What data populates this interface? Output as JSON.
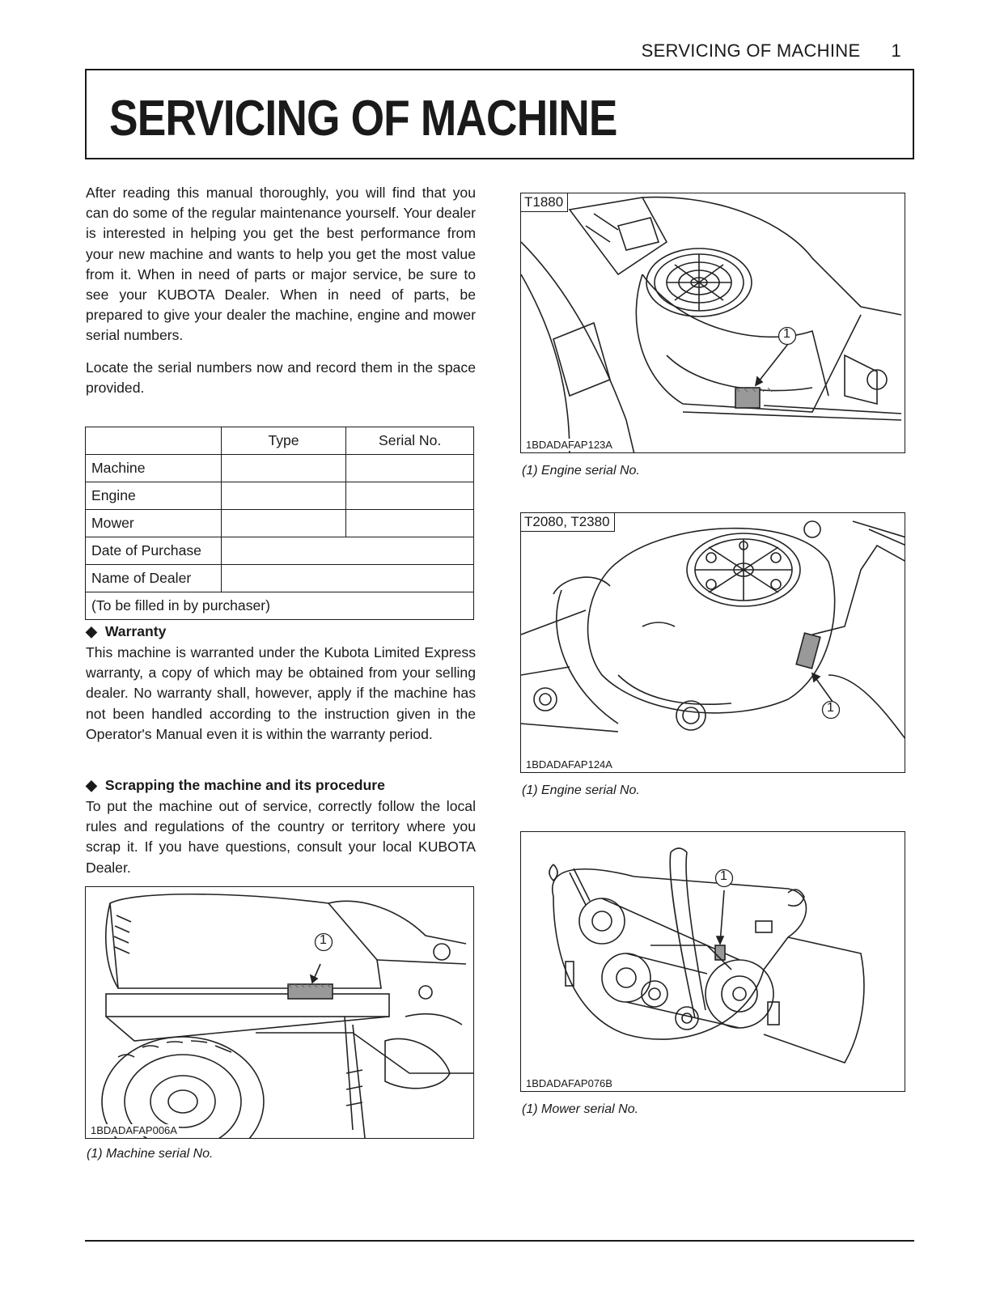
{
  "header": {
    "running_title": "SERVICING OF MACHINE",
    "page_number": "1"
  },
  "title": "SERVICING OF MACHINE",
  "intro": {
    "p1": "After reading this manual thoroughly, you will find that you can do some of the regular maintenance yourself. Your dealer is interested in helping you get the best performance from your new machine and wants to help you get the most value from it. When in need of parts or major service, be sure to see your KUBOTA Dealer. When in need of parts, be prepared to give your dealer the machine, engine and mower serial numbers.",
    "p2": "Locate the serial numbers now and record them in the space provided."
  },
  "serial_table": {
    "col_type": "Type",
    "col_serial": "Serial No.",
    "row_machine": "Machine",
    "row_engine": "Engine",
    "row_mower": "Mower",
    "row_date": "Date of Purchase",
    "row_dealer": "Name of Dealer",
    "note": "(To be filled in by purchaser)"
  },
  "warranty": {
    "heading": "Warranty",
    "text": "This machine is warranted under the Kubota Limited Express warranty, a copy of which may be obtained from your selling dealer. No warranty shall, however, apply if the machine has not been handled according to the instruction given in the Operator's Manual even it is within the warranty period."
  },
  "scrapping": {
    "heading": "Scrapping the machine and its procedure",
    "text": "To put the machine out of service, correctly follow the local rules and regulations of the country or territory where you scrap it. If you have questions, consult your local KUBOTA Dealer."
  },
  "figures": {
    "machine": {
      "code": "1BDADAFAP006A",
      "callout": "1",
      "caption": "(1) Machine serial No."
    },
    "engine_t1880": {
      "label": "T1880",
      "code": "1BDADAFAP123A",
      "callout": "1",
      "caption": "(1) Engine serial No."
    },
    "engine_t2080": {
      "label": "T2080, T2380",
      "code": "1BDADAFAP124A",
      "callout": "1",
      "caption": "(1) Engine serial No."
    },
    "mower": {
      "code": "1BDADAFAP076B",
      "callout": "1",
      "caption": "(1) Mower serial No."
    }
  }
}
